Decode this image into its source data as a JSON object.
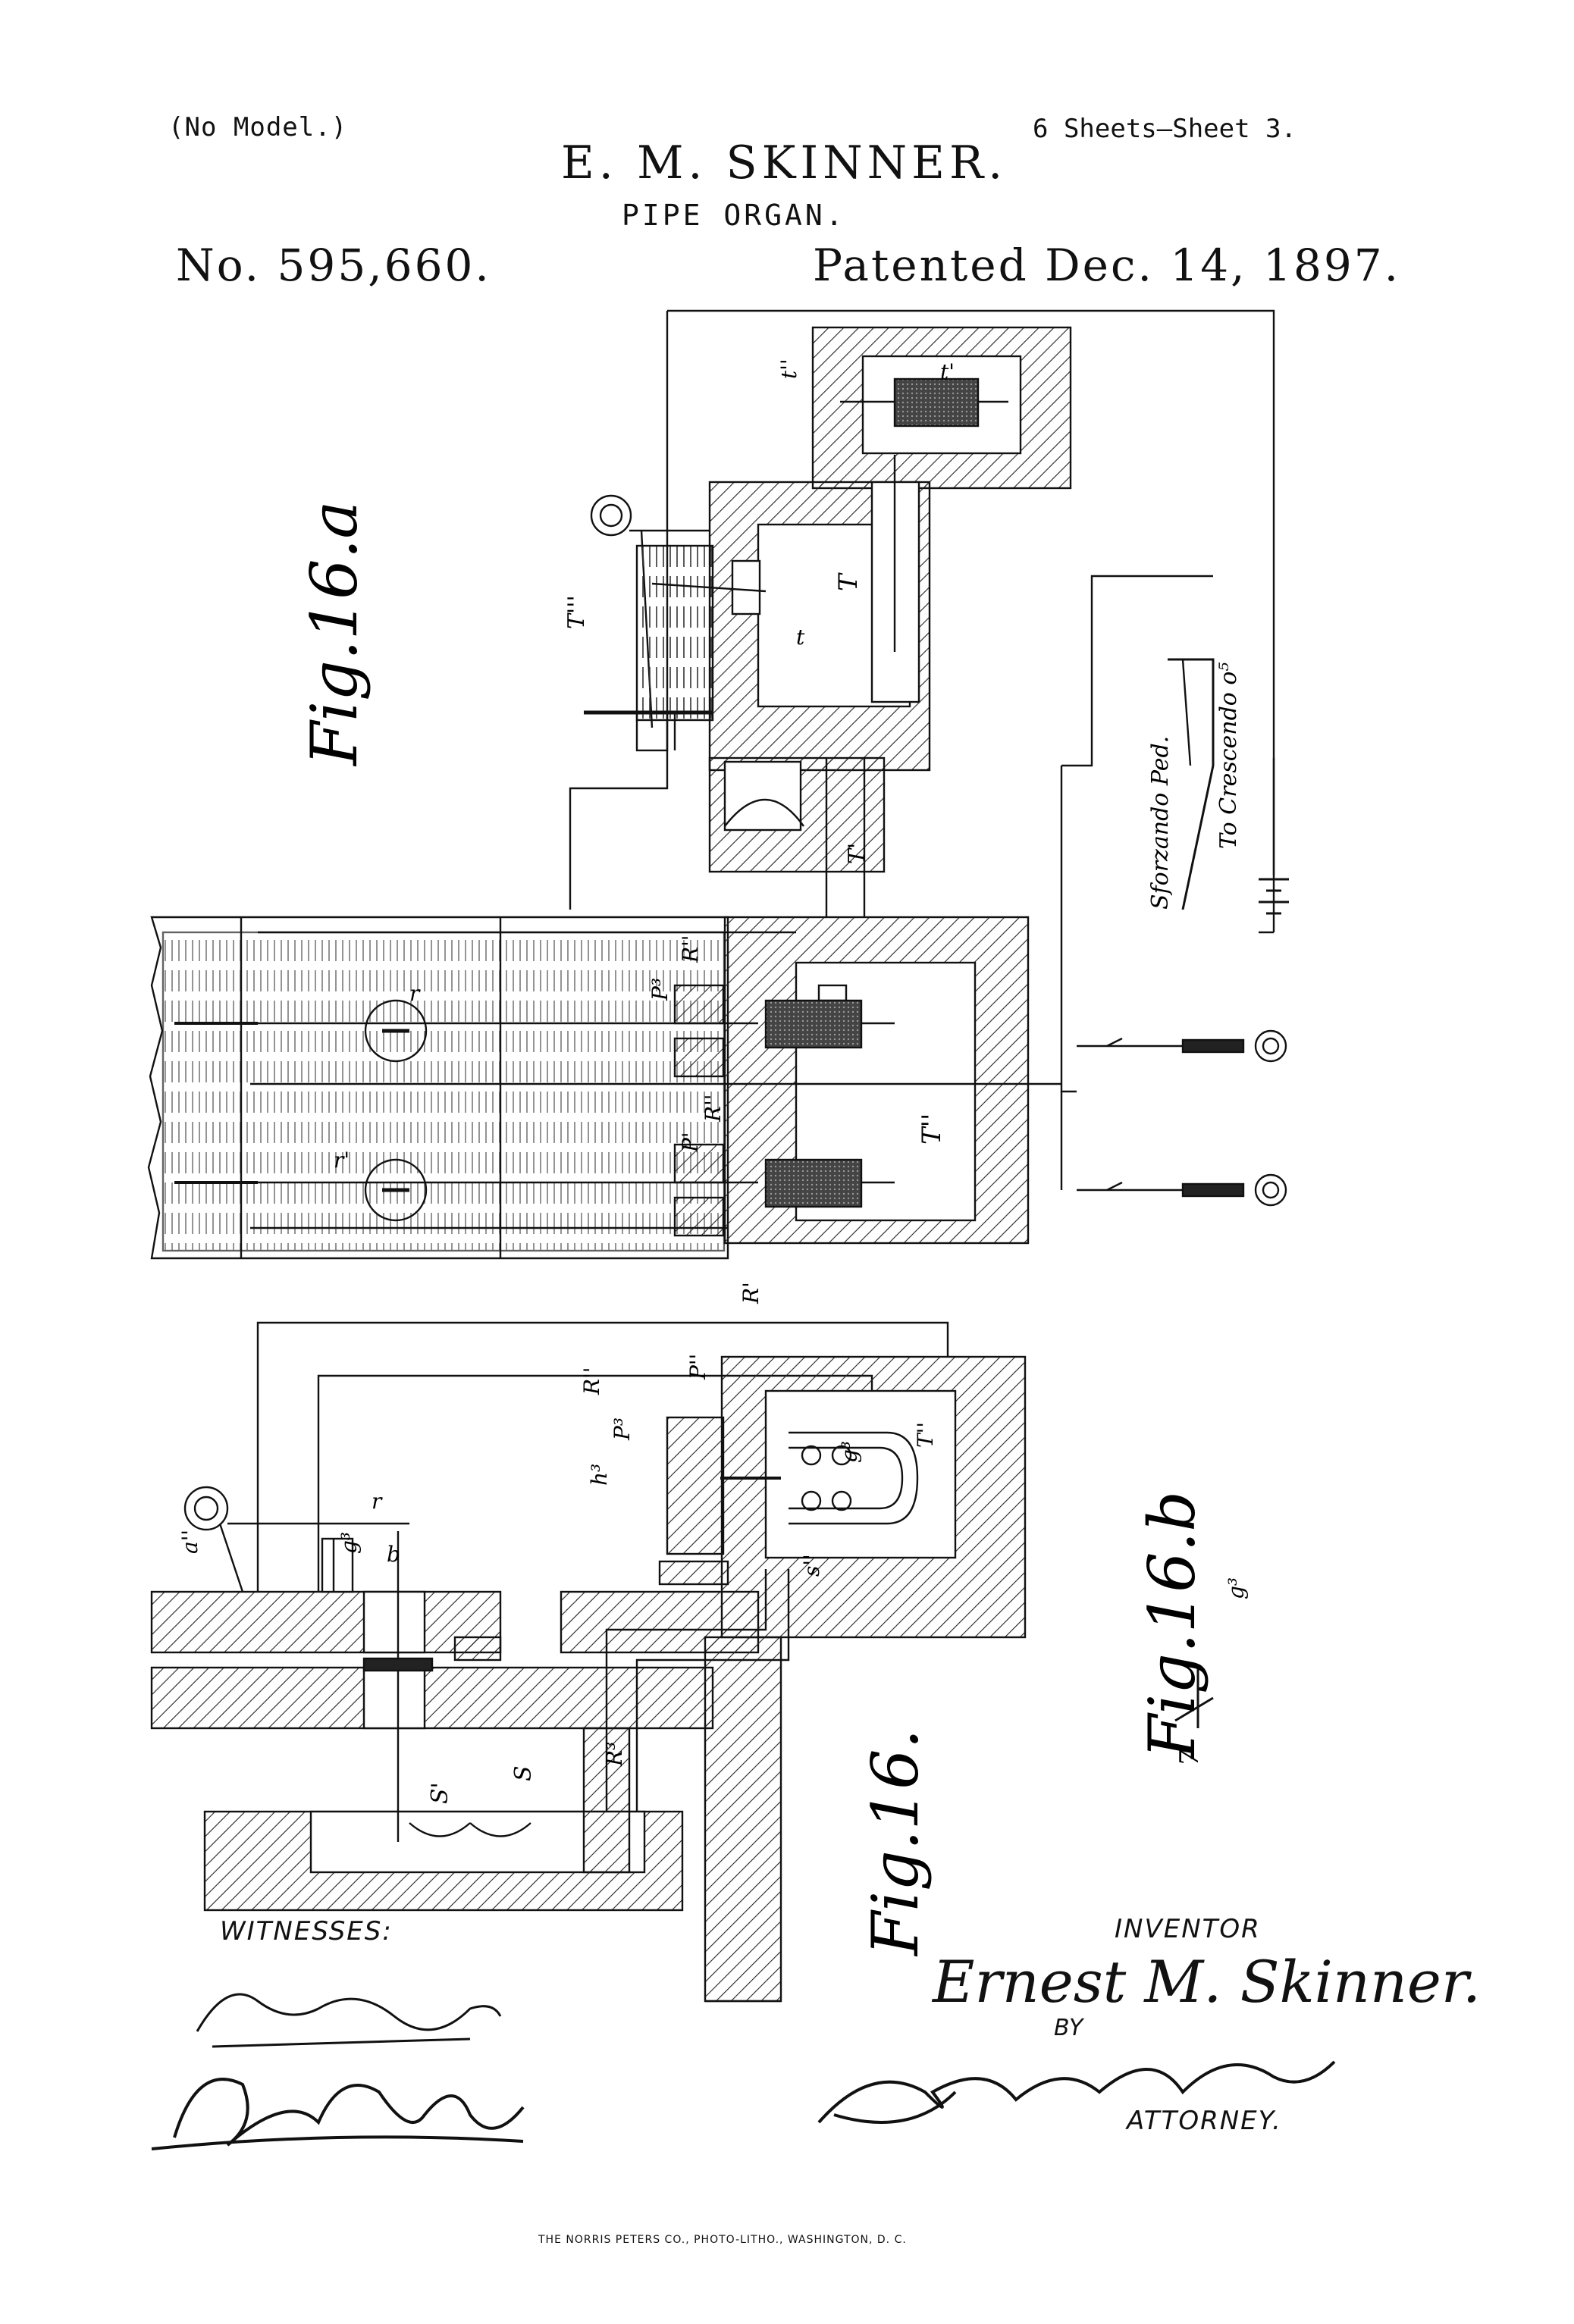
{
  "header": {
    "no_model": "(No Model.)",
    "sheets": "6 Sheets—Sheet 3.",
    "inventor": "E. M. SKINNER.",
    "subject": "PIPE ORGAN.",
    "patent_number": "No. 595,660.",
    "patented_date": "Patented Dec. 14, 1897."
  },
  "figures": {
    "fig16a": "Fig.16.a",
    "fig16b": "Fig.16.b",
    "fig16": "Fig.16."
  },
  "labels": {
    "t_upper": "t''",
    "t_prime": "t'",
    "T_top": "T",
    "T_triple": "T'''",
    "t_small": "t",
    "T_one": "T'",
    "to_crescendo": "To Crescendo o⁵",
    "sforzando": "Sforzando Ped.",
    "r_upper": "r",
    "R_dbl_upper": "R''",
    "P3_upper": "P³",
    "r_mid": "r'",
    "R_dbl_mid": "R''",
    "P_mid": "P'",
    "T_dbl_mid": "T''",
    "R_prime": "R'",
    "R_dbl_lower": "R''",
    "P_dbl": "P''",
    "P3_lower": "P³",
    "h3": "h³",
    "g3": "g³",
    "T_dbl_lower": "T''",
    "a_dbl": "a''",
    "r_lower": "r",
    "g3_lower": "g³",
    "b3": "b",
    "S_prime": "S'",
    "S": "S",
    "R3": "R³",
    "s_dbl": "s''",
    "g3_fig16b": "g³",
    "seven": "7"
  },
  "signatures": {
    "witnesses_label": "WITNESSES:",
    "inventor_label": "INVENTOR",
    "inventor_signature": "Ernest M. Skinner.",
    "by_label": "BY",
    "attorney_label": "ATTORNEY."
  },
  "footer": {
    "printer": "THE NORRIS PETERS CO., PHOTO-LITHO., WASHINGTON, D. C."
  }
}
